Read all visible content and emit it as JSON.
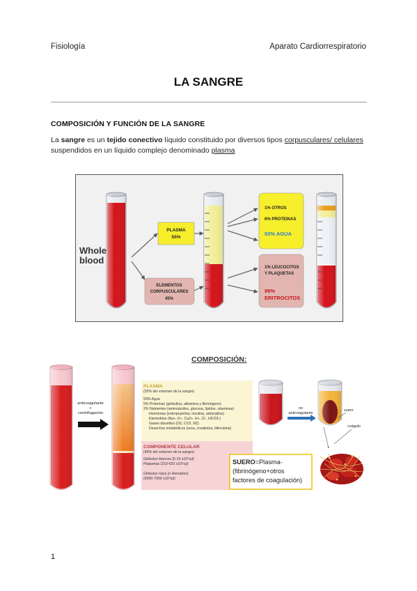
{
  "header": {
    "left": "Fisiología",
    "right": "Aparato Cardiorrespiratorio"
  },
  "title": "LA SANGRE",
  "section_title": "COMPOSICIÓN Y FUNCIÓN DE LA SANGRE",
  "intro": {
    "p1": "La ",
    "b1": "sangre",
    "p2": " es un ",
    "b2": "tejido conectivo",
    "p3": " líquido constituido por diversos tipos ",
    "u1": "corpusculares/ celulares",
    "p4": " suspendidos en un líquido complejo denominado ",
    "u2": "plasma"
  },
  "figure1": {
    "whole_blood_1": "Whole",
    "whole_blood_2": "blood",
    "plasma_1": "PLASMA",
    "plasma_2": "55%",
    "elementos_1": "ELEMENTOS",
    "elementos_2": "CORPUSCULARES",
    "elementos_3": "45%",
    "otros": "1% OTROS",
    "proteinas": "6% PROTEINAS",
    "agua": "93% AGUA",
    "leucocitos_1": "1% LEUCOCITOS",
    "leucocitos_2": "Y PLAQUETAS",
    "eritrocitos_1": "99%",
    "eritrocitos_2": "ERITROCITOS",
    "colors": {
      "blood": "#d4141c",
      "plasma": "#f3ef9a",
      "yellow_box": "#f7ee2c",
      "pink_box": "#e3b5b0",
      "agua_text": "#2b7fd0",
      "eritro_text": "#c4161c"
    }
  },
  "figure2": {
    "heading": "COMPOSICIÓN:",
    "anticoagulante": "anticoagulante",
    "plus": "+",
    "centrifugacion": "centrifugación",
    "plasma_title": "PLASMA",
    "plasma_lines": [
      "(55% del volumen de la sangre)",
      "93% Agua",
      "5% Proteínas (globulina, albúmina y fibrinógeno)",
      "2% Nutrientes (aminoácidos, glucosa, lípidos, vitaminas)",
      "Hormonas (entropoyetina, insulina, adrenalina)",
      "Electrolitos (Na+, K+, Ca2+, H+, Cl-, HCO3-)",
      "Gases disueltos (O2, CO2, N2)",
      "Desechos metabólicos (urea, creatinina, bilirrubina)"
    ],
    "celular_title": "COMPONENTE CELULAR",
    "celular_lines": [
      "(45% del volumen de la sangre)",
      "Glóbulos blancos (5-14 x10⁹/µl)",
      "Plaquetas (210-620 x10⁹/µl)",
      "Glóbulos rojos (o Hematíes)",
      "(5000-7900 x10⁹/µl)"
    ],
    "no_anticoagulante_1": "no",
    "no_anticoagulante_2": "anticoagulante",
    "suero_label": "suero",
    "coagulo_label": "coágulo",
    "suero_bold": "SUERO",
    "suero_line1": "=Plasma-",
    "suero_line2": "(fibrinógeno+otros",
    "suero_line3": "factores de coagulación)"
  },
  "page_number": "1"
}
